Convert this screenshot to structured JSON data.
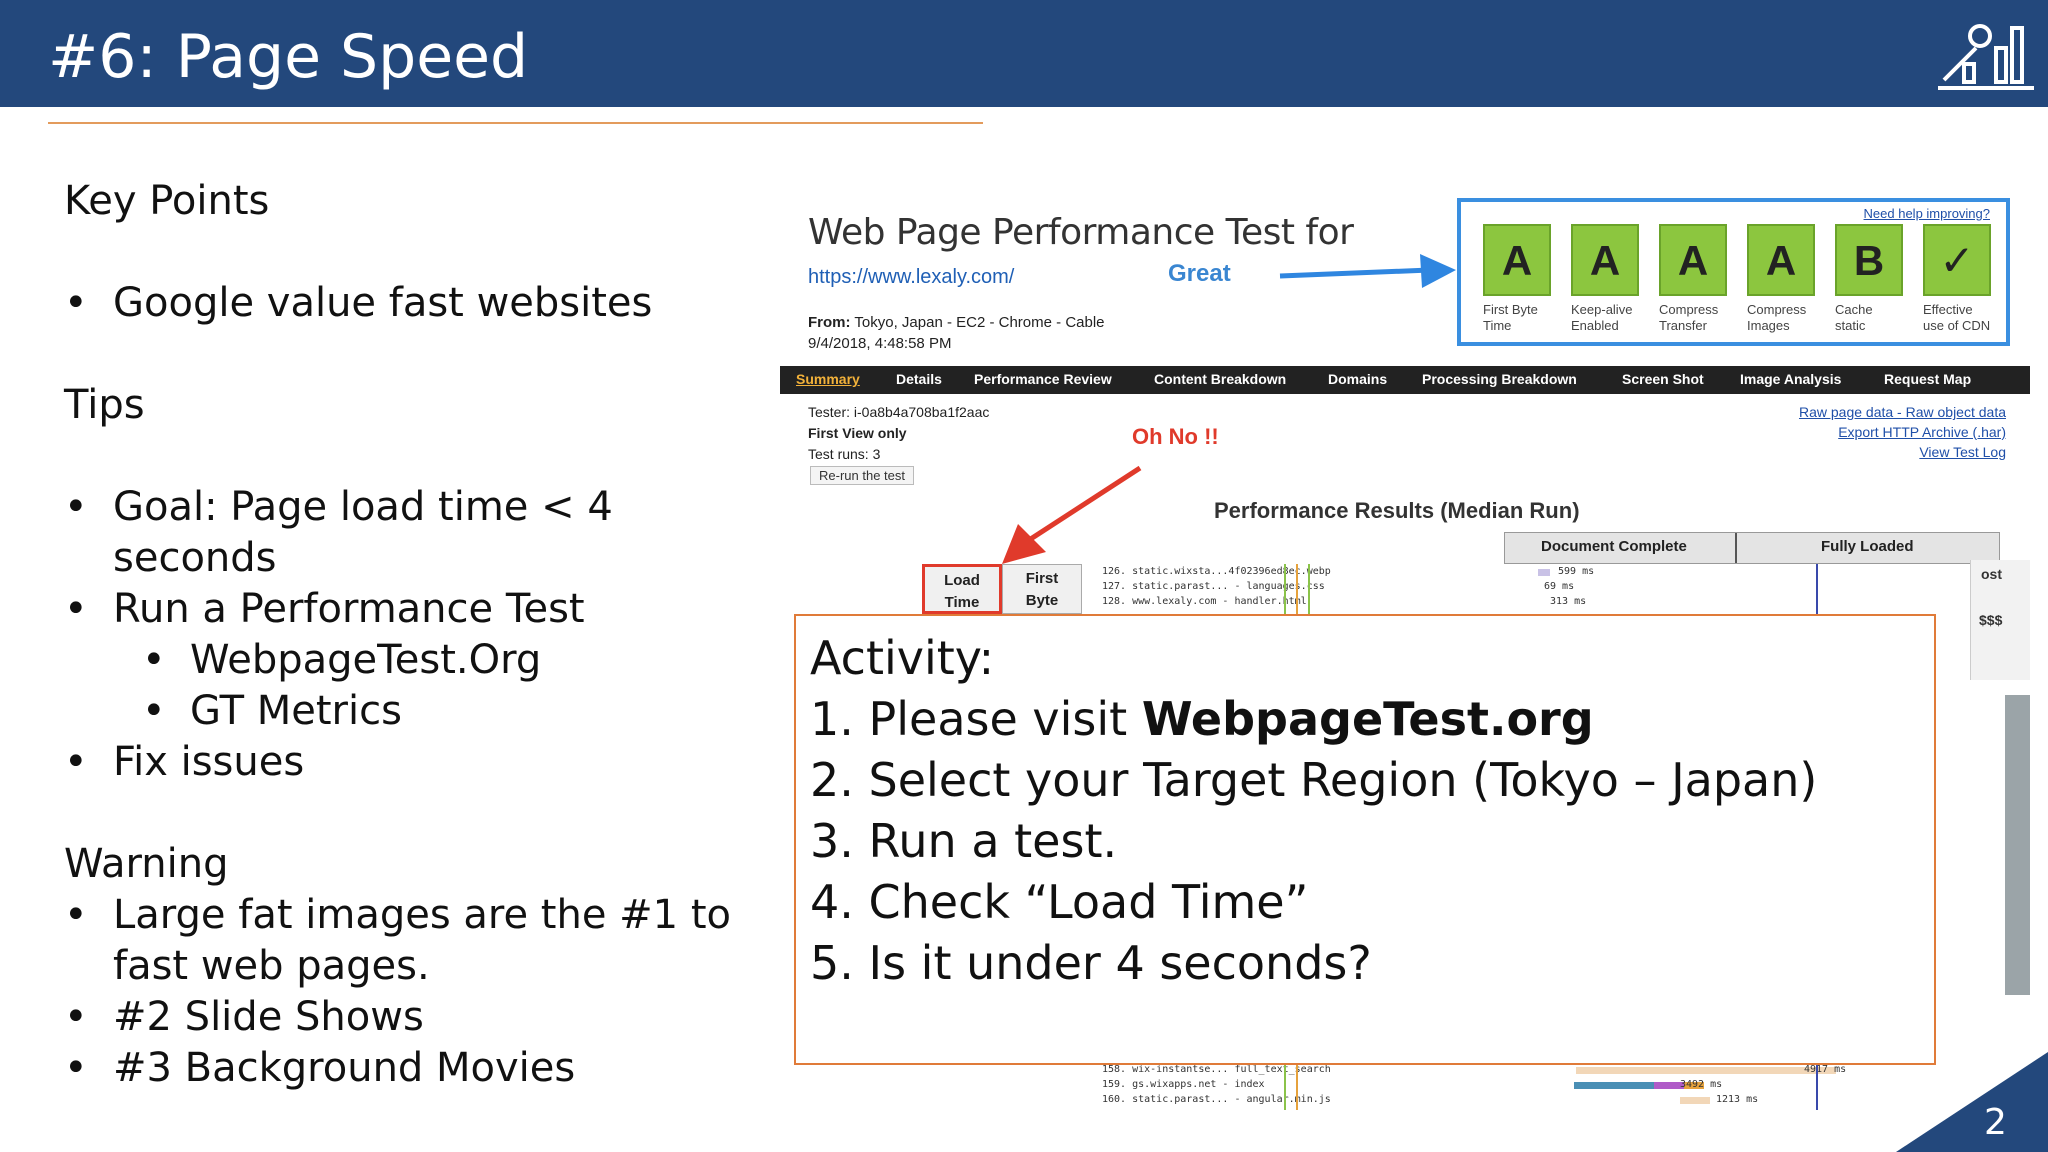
{
  "header": {
    "title": "#6: Page Speed",
    "background_color": "#23487c",
    "rule_color": "#e39b5c",
    "logo_icon": "bar-chart-logo-icon"
  },
  "left": {
    "key_points_heading": "Key Points",
    "key_points": [
      "Google value fast websites"
    ],
    "tips_heading": "Tips",
    "tips": {
      "goal": "Goal: Page load time < 4 seconds",
      "run_test": "Run a Performance Test",
      "run_test_tools": [
        "WebpageTest.Org",
        "GT Metrics"
      ],
      "fix": "Fix issues"
    },
    "warning_heading": "Warning",
    "warnings": {
      "w1_line1": "Large fat images are the #1 to",
      "w1_line2": "fast web pages.",
      "w2": "#2 Slide Shows",
      "w3": "#3 Background Movies"
    }
  },
  "screenshot": {
    "title": "Web Page Performance Test for",
    "url": "https://www.lexaly.com/",
    "great_label": "Great",
    "from_label": "From:",
    "from_value": "Tokyo, Japan - EC2 - Chrome - Cable",
    "date": "9/4/2018, 4:48:58 PM",
    "need_help": "Need help improving?",
    "grades": [
      {
        "grade": "A",
        "label_line1": "First Byte",
        "label_line2": "Time"
      },
      {
        "grade": "A",
        "label_line1": "Keep-alive",
        "label_line2": "Enabled"
      },
      {
        "grade": "A",
        "label_line1": "Compress",
        "label_line2": "Transfer"
      },
      {
        "grade": "A",
        "label_line1": "Compress",
        "label_line2": "Images"
      },
      {
        "grade": "B",
        "label_line1": "Cache",
        "label_line2": "static"
      },
      {
        "grade": "✓",
        "label_line1": "Effective",
        "label_line2": "use of CDN"
      }
    ],
    "grade_color": "#8cc63f",
    "nav": [
      "Summary",
      "Details",
      "Performance Review",
      "Content Breakdown",
      "Domains",
      "Processing Breakdown",
      "Screen Shot",
      "Image Analysis",
      "Request Map"
    ],
    "tester": "Tester: i-0a8b4a708ba1f2aac",
    "first_view": "First View only",
    "test_runs": "Test runs: 3",
    "rerun": "Re-run the test",
    "raw_links": [
      "Raw page data - Raw object data",
      "Export HTTP Archive (.har)",
      "View Test Log"
    ],
    "oh_no": "Oh No !!",
    "perf_results": "Performance Results (Median Run)",
    "document_complete": "Document Complete",
    "fully_loaded": "Fully Loaded",
    "load_time_line1": "Load",
    "load_time_line2": "Time",
    "first_byte_line1": "First",
    "first_byte_line2": "Byte",
    "cost_label": "ost",
    "cost_value": "$$$",
    "waterfall_top": [
      {
        "name": "126. static.wixsta...4f02396ed8ec.webp",
        "ms": "599 ms"
      },
      {
        "name": "127. static.parast... - languages.css",
        "ms": "69 ms"
      },
      {
        "name": "128. www.lexaly.com - handler.html",
        "ms": "313 ms"
      }
    ],
    "waterfall_bottom": [
      {
        "name": "158. wix-instantse... full_text_search",
        "ms": "4917 ms"
      },
      {
        "name": "159. gs.wixapps.net - index",
        "ms": "3492 ms"
      },
      {
        "name": "160. static.parast... - angular.min.js",
        "ms": "1213 ms"
      }
    ]
  },
  "activity": {
    "heading": "Activity:",
    "step1_prefix": "1. Please visit ",
    "step1_bold": "WebpageTest.org",
    "step2": "2. Select your Target Region (Tokyo – Japan)",
    "step3": "3. Run a test.",
    "step4": "4. Check “Load Time”",
    "step5": "5. Is it under 4 seconds?",
    "border_color": "#e07b39"
  },
  "footer": {
    "page_number": "2"
  }
}
